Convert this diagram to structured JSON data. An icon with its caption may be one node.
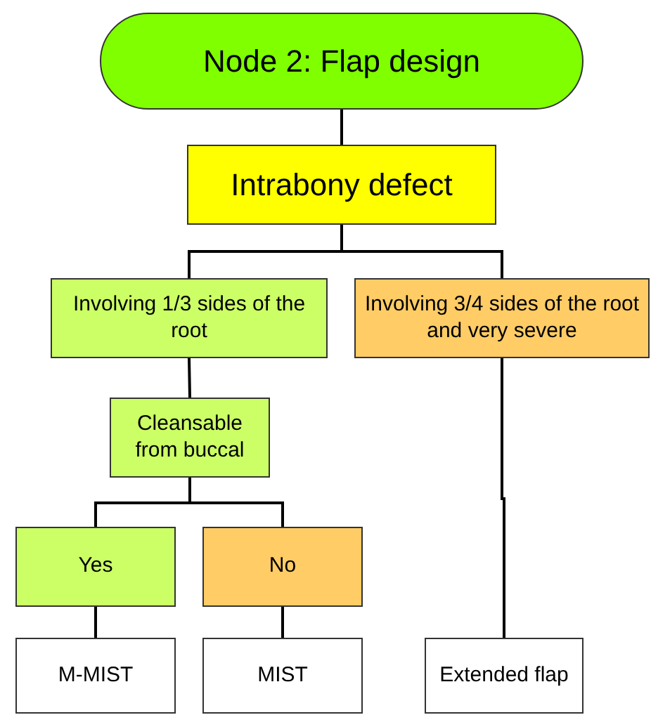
{
  "diagram": {
    "nodes": [
      {
        "text": [
          "Node 2: Flap design"
        ]
      },
      {
        "text": [
          "Intrabony defect"
        ]
      },
      {
        "text": [
          "Involving 1/3 sides of the root"
        ]
      },
      {
        "text": [
          "Involving 3/4 sides of the root and very severe"
        ]
      },
      {
        "text": [
          "Cleansable from buccal"
        ]
      },
      {
        "text": [
          "Yes"
        ]
      },
      {
        "text": [
          "No"
        ]
      },
      {
        "text": [
          "M-MIST"
        ]
      },
      {
        "text": [
          "MIST"
        ]
      },
      {
        "text": [
          "Extended flap"
        ]
      }
    ],
    "edges": [
      {
        "from": 0,
        "to": 1,
        "arrow": "none"
      },
      {
        "from": 1,
        "to": 2,
        "arrow": "none"
      },
      {
        "from": 1,
        "to": 3,
        "arrow": "none"
      },
      {
        "from": 2,
        "to": 4,
        "arrow": "none"
      },
      {
        "from": 4,
        "to": 5,
        "arrow": "none"
      },
      {
        "from": 4,
        "to": 6,
        "arrow": "none"
      },
      {
        "from": 5,
        "to": 7,
        "arrow": "none"
      },
      {
        "from": 6,
        "to": 8,
        "arrow": "none"
      },
      {
        "from": 3,
        "to": 9,
        "arrow": "none"
      }
    ]
  }
}
